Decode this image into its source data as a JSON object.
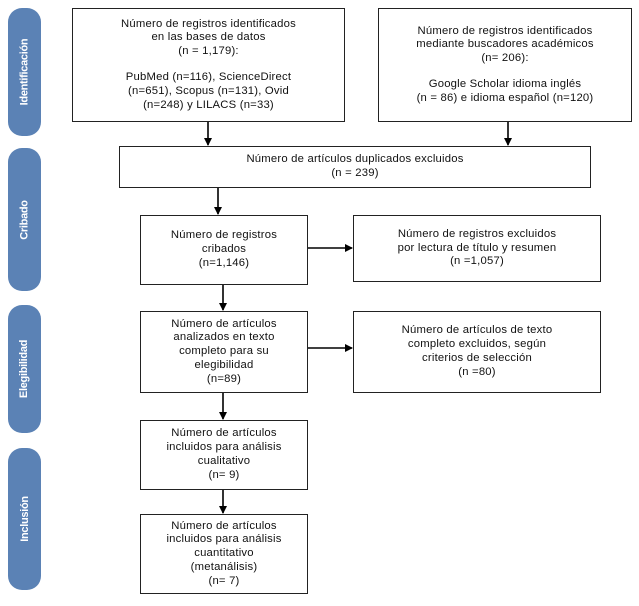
{
  "stages": [
    "Identificación",
    "Cribado",
    "Elegibilidad",
    "Inclusión"
  ],
  "boxes": {
    "db": {
      "lines": [
        "Número de registros identificados",
        "en las bases de datos",
        "(n = 1,179):"
      ],
      "extra": [
        "PubMed (n=116), ScienceDirect",
        "(n=651), Scopus (n=131), Ovid",
        "(n=248) y LILACS (n=33)"
      ]
    },
    "search": {
      "lines": [
        "Número de registros identificados",
        "mediante buscadores académicos",
        "(n= 206):"
      ],
      "extra": [
        "Google Scholar idioma inglés",
        "(n = 86) e idioma español (n=120)"
      ]
    },
    "duplicates": {
      "lines": [
        "Número de artículos duplicados excluidos",
        "(n = 239)"
      ]
    },
    "screened": {
      "lines": [
        "Número de registros",
        "cribados",
        "(n=1,146)"
      ]
    },
    "excluded_title": {
      "lines": [
        "Número de registros excluidos",
        "por lectura de título y resumen",
        "(n =1,057)"
      ]
    },
    "fulltext": {
      "lines": [
        "Número de artículos",
        "analizados en texto",
        "completo para su",
        "elegibilidad",
        "(n=89)"
      ]
    },
    "excluded_fulltext": {
      "lines": [
        "Número de artículos de texto",
        "completo excluidos, según",
        "criterios de selección",
        "(n =80)"
      ]
    },
    "qualitative": {
      "lines": [
        "Número de artículos",
        "incluidos para análisis",
        "cualitativo",
        "(n= 9)"
      ]
    },
    "quantitative": {
      "lines": [
        "Número de artículos",
        "incluidos para análisis",
        "cuantitativo",
        "(metanálisis)",
        "(n= 7)"
      ]
    }
  },
  "colors": {
    "stage_tab": "#5b82b5",
    "stage_text": "#ffffff",
    "border": "#222222",
    "arrow": "#000000"
  }
}
